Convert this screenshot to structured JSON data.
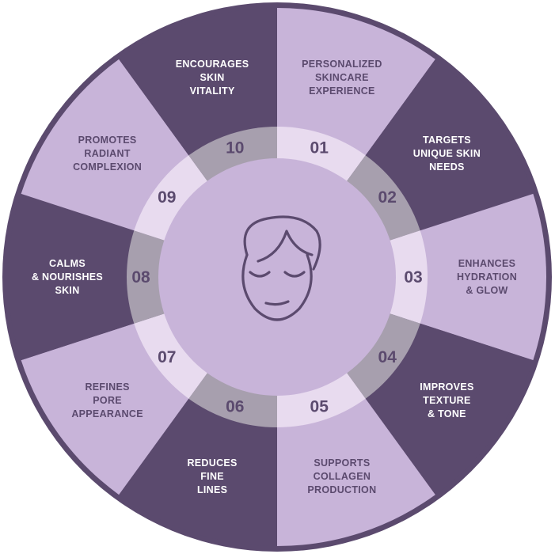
{
  "colors": {
    "outer_ring": "#5b4a6e",
    "light_segment": "#c8b4d9",
    "dark_segment": "#5b4a6e",
    "ring_light": "#e8dbef",
    "ring_dark": "#a79fae",
    "center": "#c8b4d9",
    "text_on_dark": "#ffffff",
    "text_on_light": "#5b4a6e",
    "icon_stroke": "#5b4a6e"
  },
  "center_icon": "face-relaxed-icon",
  "segments": [
    {
      "number": "01",
      "lines": [
        "PERSONALIZED",
        "SKINCARE",
        "EXPERIENCE"
      ],
      "tone": "light"
    },
    {
      "number": "02",
      "lines": [
        "TARGETS",
        "UNIQUE SKIN",
        "NEEDS"
      ],
      "tone": "dark"
    },
    {
      "number": "03",
      "lines": [
        "ENHANCES",
        "HYDRATION",
        "& GLOW"
      ],
      "tone": "light"
    },
    {
      "number": "04",
      "lines": [
        "IMPROVES",
        "TEXTURE",
        "& TONE"
      ],
      "tone": "dark"
    },
    {
      "number": "05",
      "lines": [
        "SUPPORTS",
        "COLLAGEN",
        "PRODUCTION"
      ],
      "tone": "light"
    },
    {
      "number": "06",
      "lines": [
        "REDUCES",
        "FINE",
        "LINES"
      ],
      "tone": "dark"
    },
    {
      "number": "07",
      "lines": [
        "REFINES",
        "PORE",
        "APPEARANCE"
      ],
      "tone": "light"
    },
    {
      "number": "08",
      "lines": [
        "CALMS",
        "& NOURISHES",
        "SKIN"
      ],
      "tone": "dark"
    },
    {
      "number": "09",
      "lines": [
        "PROMOTES",
        "RADIANT",
        "COMPLEXION"
      ],
      "tone": "light"
    },
    {
      "number": "10",
      "lines": [
        "ENCOURAGES",
        "SKIN",
        "VITALITY"
      ],
      "tone": "dark"
    }
  ]
}
